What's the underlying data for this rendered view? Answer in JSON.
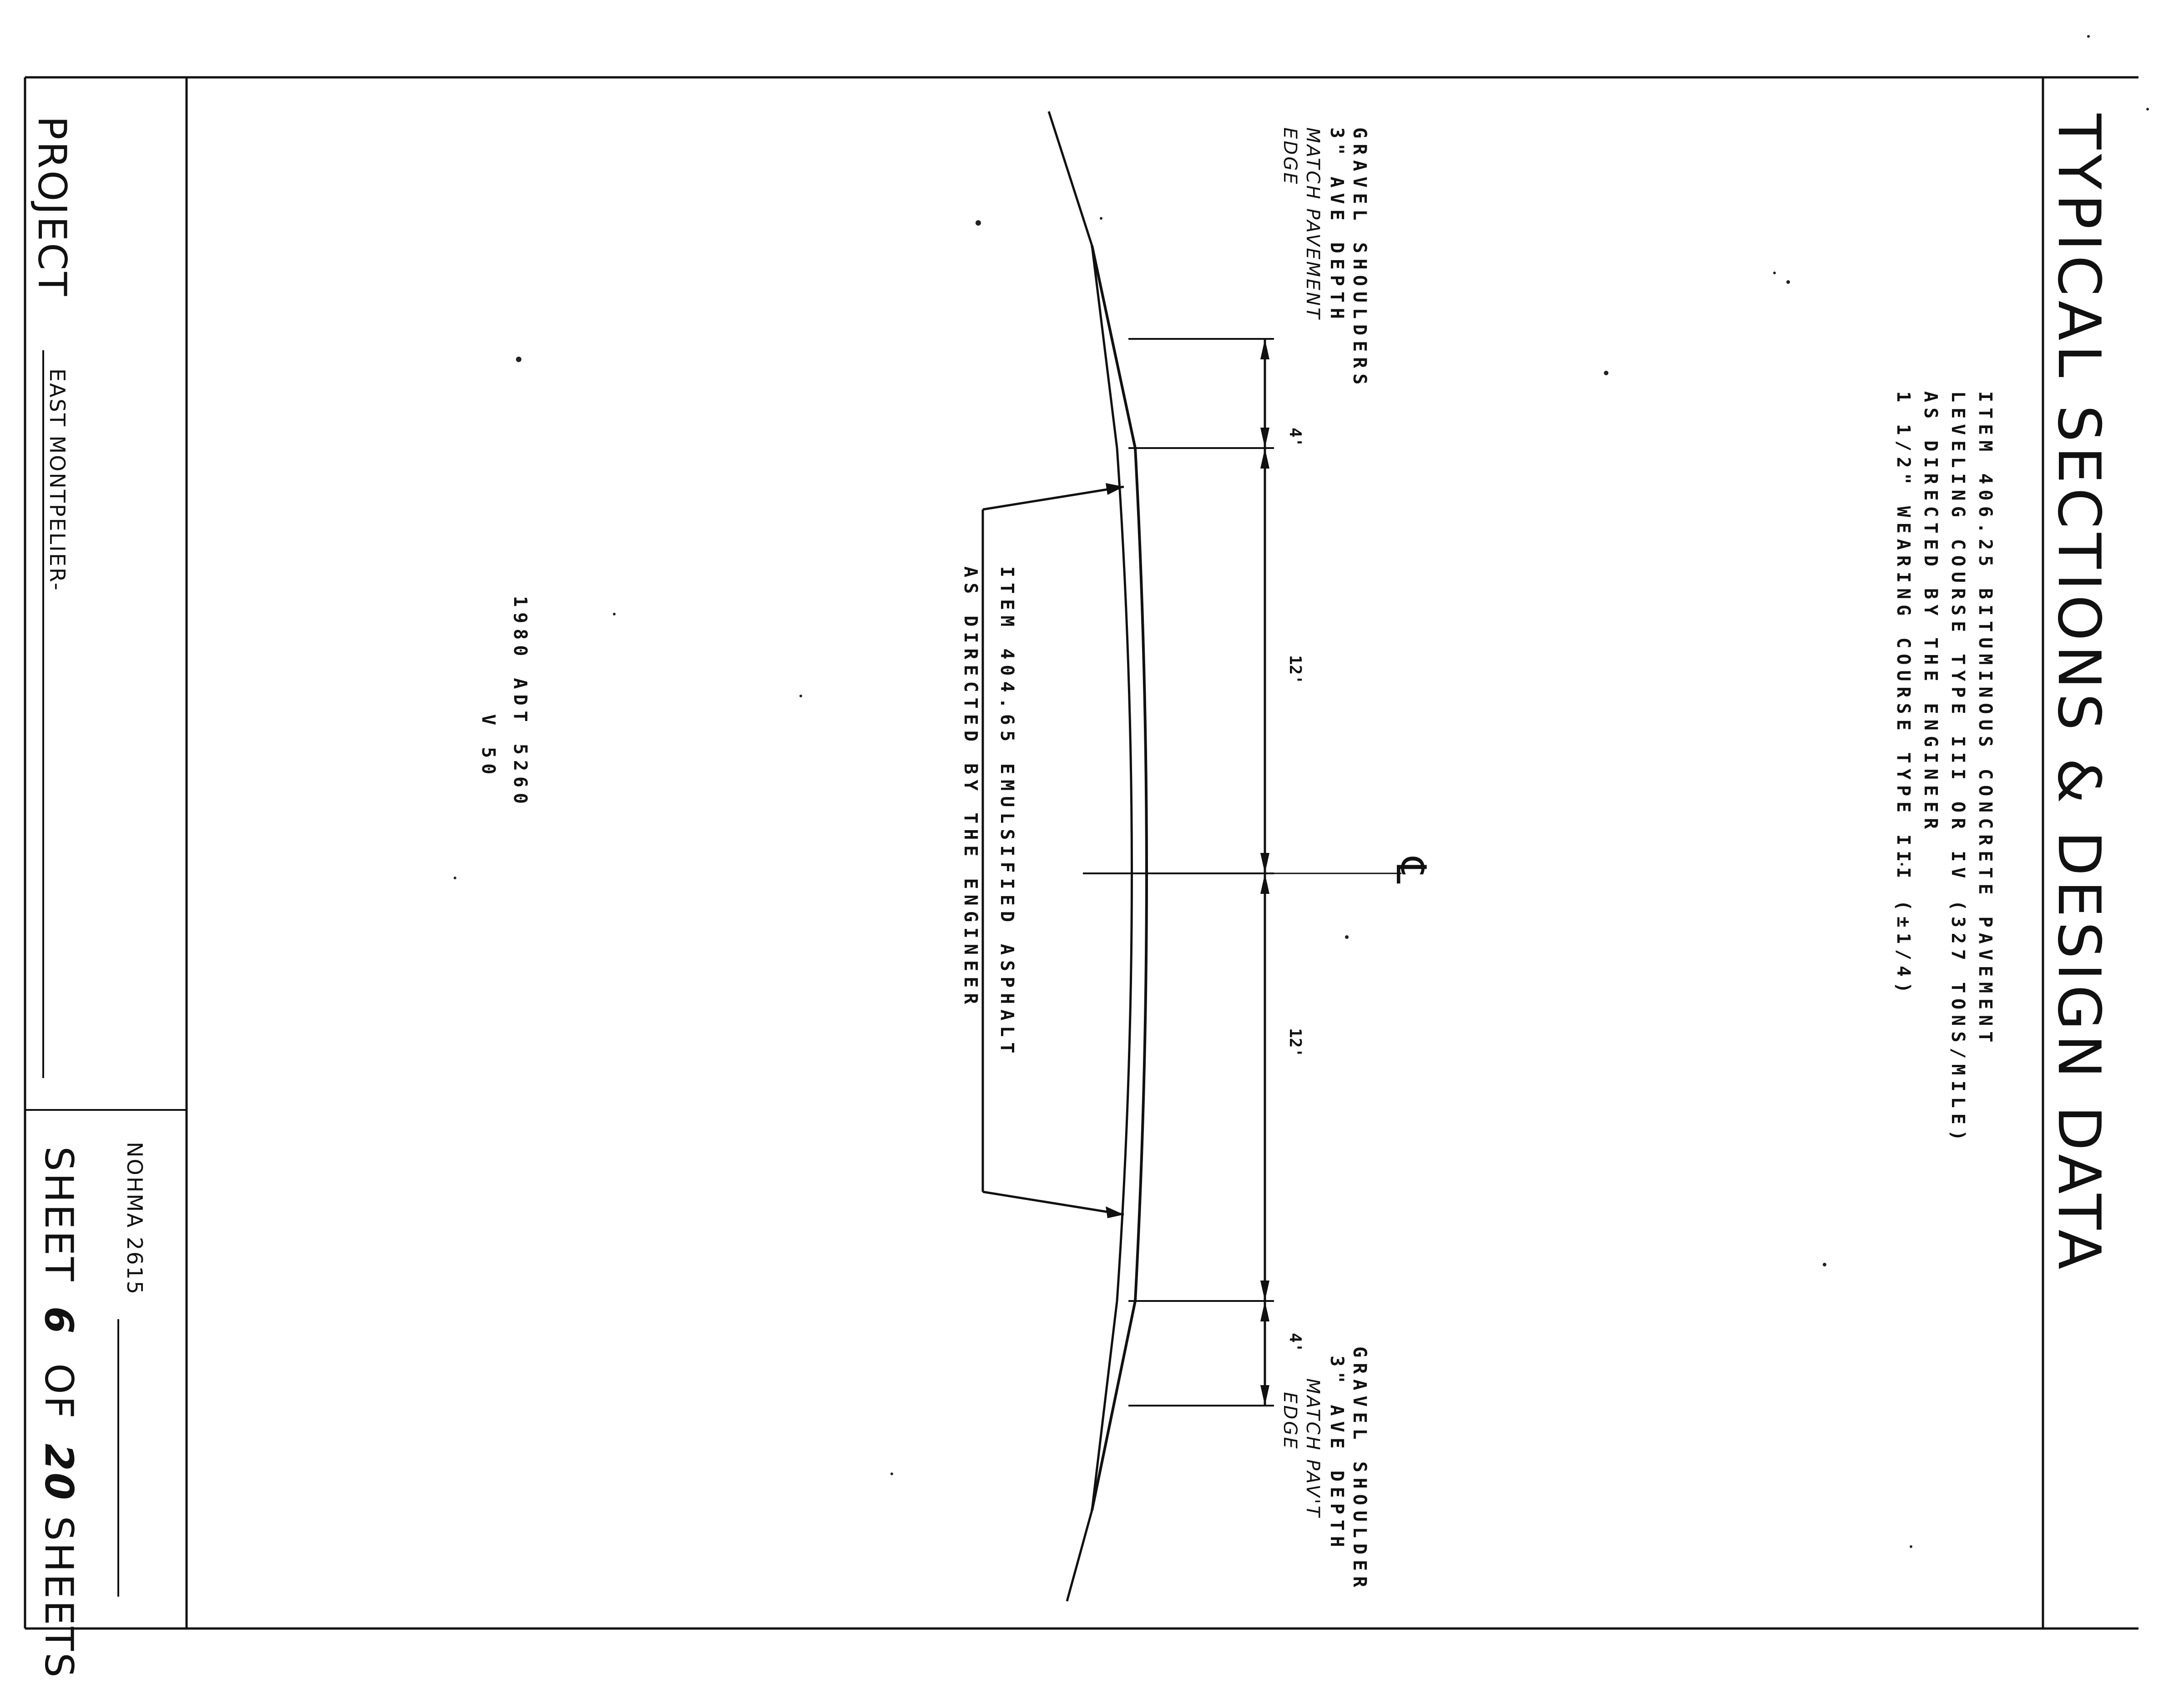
{
  "title": "TYPICAL SECTIONS & DESIGN DATA",
  "pavement_note": {
    "line1": "ITEM 406.25 BITUMINOUS CONCRETE PAVEMENT",
    "line2": "LEVELING COURSE TYPE III OR IV (327 TONS/MILE)",
    "line3": "AS DIRECTED BY THE ENGINEER",
    "line4": "1 1/2\" WEARING COURSE TYPE III (±1/4)"
  },
  "left_shoulder": {
    "line1": "GRAVEL SHOULDERS",
    "line2": "3\" AVE DEPTH",
    "line3": "MATCH PAVEMENT",
    "line4": "EDGE"
  },
  "right_shoulder": {
    "line1": "GRAVEL SHOULDER",
    "line2": "3\" AVE DEPTH",
    "line3": "MATCH PAV'T",
    "line4": "EDGE"
  },
  "dimensions": {
    "shoulder_left": "4'",
    "lane_left": "12'",
    "lane_right": "12'",
    "shoulder_right": "4'"
  },
  "centerline_symbol": "℄",
  "emulsion_note": {
    "line1": "ITEM 404.65 EMULSIFIED ASPHALT",
    "line2": "AS DIRECTED BY THE ENGINEER"
  },
  "design_data": {
    "adt": "1980 ADT 5260",
    "speed": "V 50"
  },
  "title_block": {
    "project_label": "PROJECT",
    "project_name": "EAST MONTPELIER-",
    "project_number": "NOHMA 2615",
    "sheet_prefix": "SHEET",
    "sheet_number": "6",
    "sheet_of": "OF",
    "sheet_total": "20",
    "sheet_suffix": "SHEETS"
  }
}
